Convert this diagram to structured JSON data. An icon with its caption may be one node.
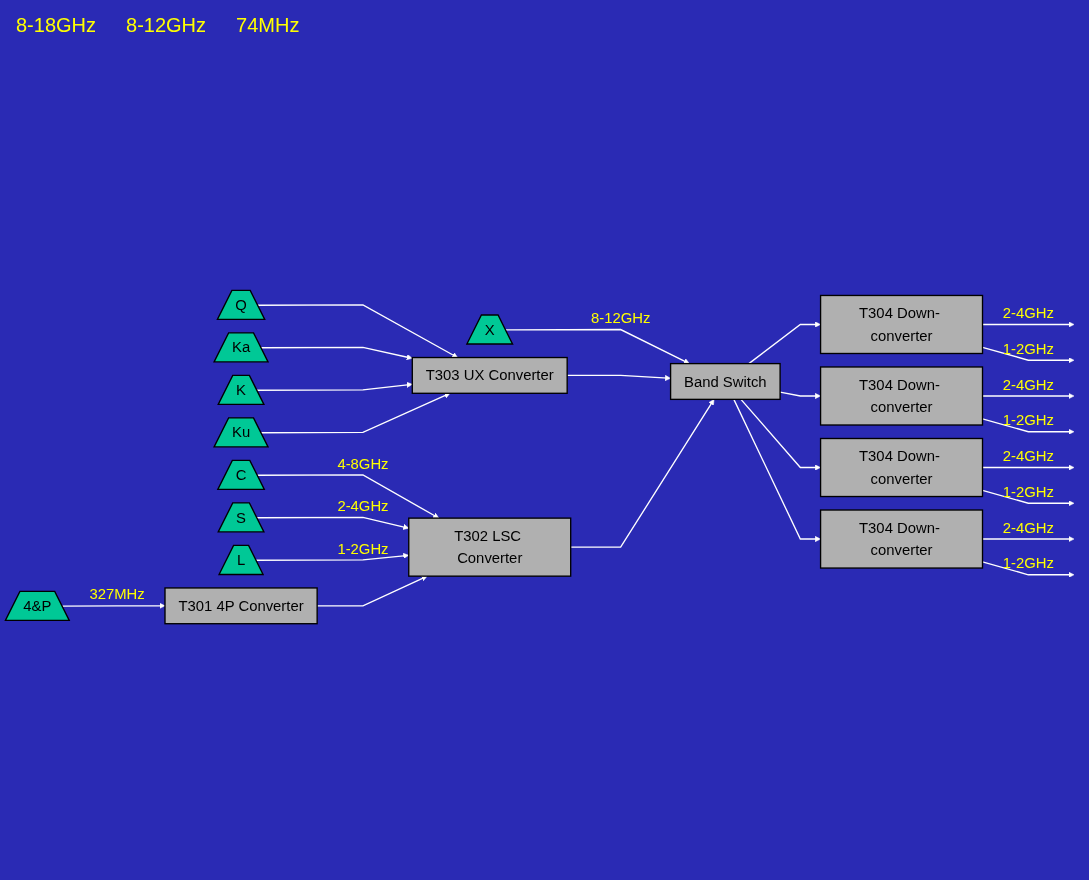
{
  "diagram": {
    "nodes": [
      {
        "text": [
          "Q"
        ]
      },
      {
        "text": [
          "Ka"
        ]
      },
      {
        "text": [
          "K"
        ]
      },
      {
        "text": [
          "Ku"
        ]
      },
      {
        "text": [
          "X"
        ]
      },
      {
        "text": [
          "C"
        ]
      },
      {
        "text": [
          "S"
        ]
      },
      {
        "text": [
          "L"
        ]
      },
      {
        "text": [
          "4&P"
        ]
      },
      {
        "text": [
          "T303 UX Converter"
        ]
      },
      {
        "text": [
          "T302 LSC Converter"
        ]
      },
      {
        "text": [
          "T301 4P Converter"
        ]
      },
      {
        "text": [
          "Band Switch"
        ]
      },
      {
        "text": [
          "T304 Down- converter"
        ]
      },
      {
        "text": [
          "T304 Down- converter"
        ]
      },
      {
        "text": [
          "T304 Down- converter"
        ]
      },
      {
        "text": [
          "T304 Down- converter"
        ]
      }
    ],
    "edges": [
      {
        "from": 0,
        "to": 9,
        "arrow": "to"
      },
      {
        "from": 1,
        "to": 9,
        "arrow": "to"
      },
      {
        "from": 2,
        "to": 9,
        "arrow": "to"
      },
      {
        "from": 3,
        "to": 9,
        "arrow": "to"
      },
      {
        "from": 4,
        "to": 12,
        "label": "8-12GHz",
        "arrow": "to"
      },
      {
        "from": 5,
        "to": 10,
        "label": "4-8GHz",
        "arrow": "to"
      },
      {
        "from": 6,
        "to": 10,
        "label": "2-4GHz",
        "arrow": "to"
      },
      {
        "from": 7,
        "to": 10,
        "label": "1-2GHz",
        "arrow": "to"
      },
      {
        "from": 8,
        "to": 11,
        "label": "327MHz",
        "arrow": "to"
      },
      {
        "from": 11,
        "to": 10,
        "arrow": "to"
      },
      {
        "from": 9,
        "to": 12,
        "arrow": "to"
      },
      {
        "from": 10,
        "to": 12,
        "arrow": "to"
      },
      {
        "from": 12,
        "to": 13,
        "arrow": "to"
      },
      {
        "from": 12,
        "to": 14,
        "arrow": "to"
      },
      {
        "from": 12,
        "to": 15,
        "arrow": "to"
      },
      {
        "from": 12,
        "to": 16,
        "arrow": "to"
      },
      {
        "from": 13,
        "to": null,
        "label": "2-4GHz",
        "arrow": "to"
      },
      {
        "from": 13,
        "to": null,
        "label": "1-2GHz",
        "arrow": "to"
      },
      {
        "from": 14,
        "to": null,
        "label": "2-4GHz",
        "arrow": "to"
      },
      {
        "from": 14,
        "to": null,
        "label": "1-2GHz",
        "arrow": "to"
      },
      {
        "from": 15,
        "to": null,
        "label": "2-4GHz",
        "arrow": "to"
      },
      {
        "from": 15,
        "to": null,
        "label": "1-2GHz",
        "arrow": "to"
      },
      {
        "from": 16,
        "to": null,
        "label": "2-4GHz",
        "arrow": "to"
      },
      {
        "from": 16,
        "to": null,
        "label": "1-2GHz",
        "arrow": "to"
      }
    ],
    "labels": [
      "8-18GHz",
      "8-12GHz",
      "74MHz"
    ]
  }
}
